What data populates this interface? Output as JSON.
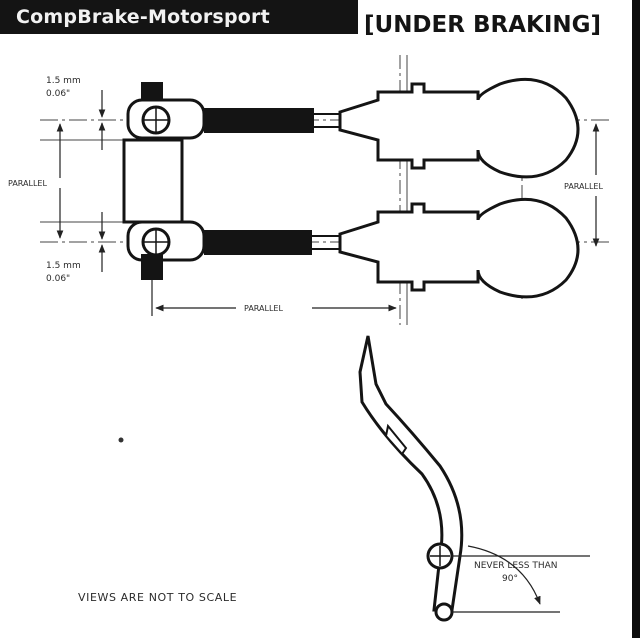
{
  "header": {
    "brand": "CompBrake-Motorsport",
    "section_title": "[UNDER BRAKING]"
  },
  "dimensions": {
    "offset_top_mm": "1.5 mm",
    "offset_top_in": "0.06\"",
    "offset_bottom_mm": "1.5 mm",
    "offset_bottom_in": "0.06\"",
    "parallel_left": "PARALLEL",
    "parallel_right": "PARALLEL",
    "parallel_bottom": "PARALLEL"
  },
  "pedal": {
    "angle_note_line1": "NEVER LESS THAN",
    "angle_note_line2": "90°"
  },
  "footer": {
    "scale_note": "VIEWS ARE NOT TO SCALE"
  },
  "colors": {
    "ink": "#141414",
    "paper": "#ffffff",
    "banner_text": "#f2f2f2"
  }
}
